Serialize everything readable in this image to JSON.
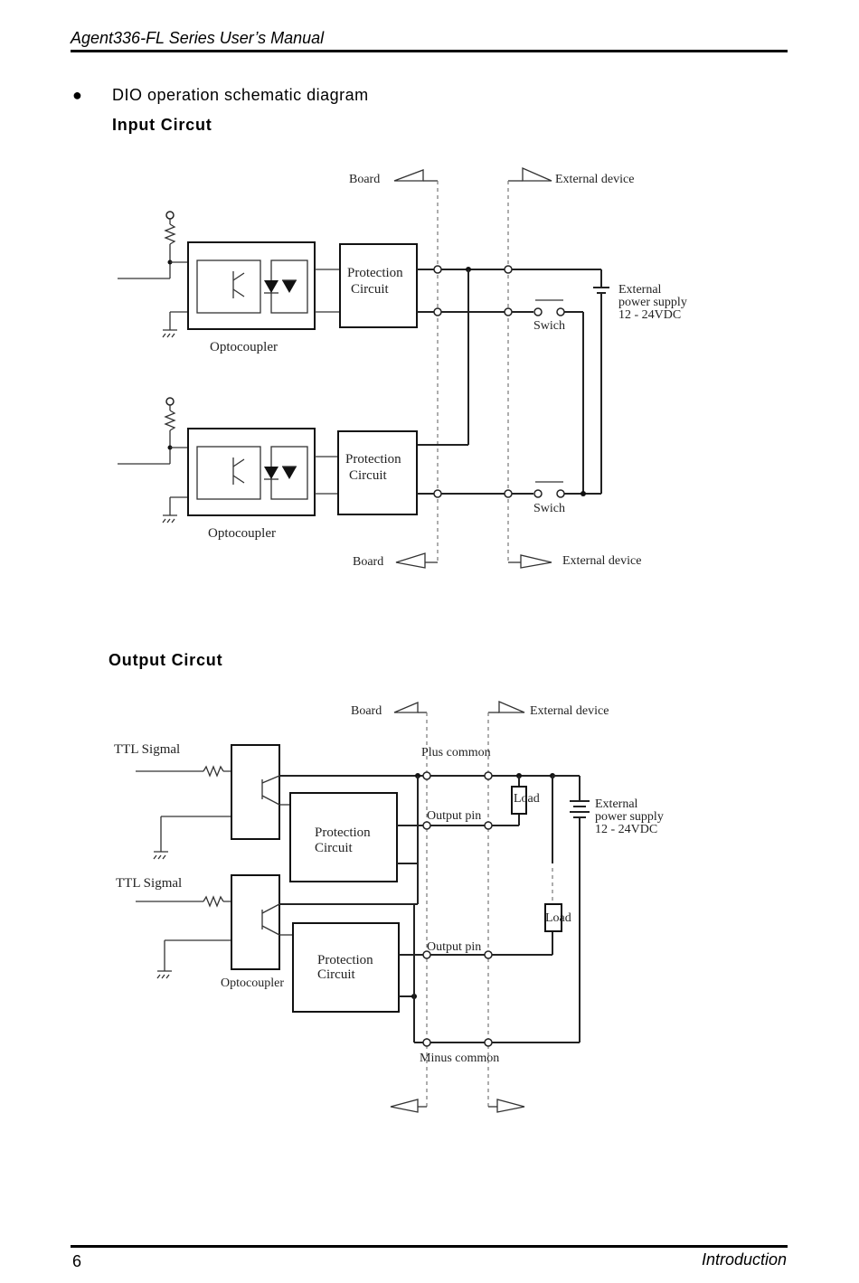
{
  "header": {
    "title": "Agent336-FL Series User’s Manual"
  },
  "bullet": {
    "symbol": "●",
    "text": "DIO operation schematic diagram"
  },
  "input_section": {
    "heading": "Input Circut",
    "board_label": "Board",
    "external_device_label": "External device",
    "protection_line1": "Protection",
    "protection_line2": "Circuit",
    "optocoupler_label": "Optocoupler",
    "switch_label": "Swich",
    "power_line1": "External",
    "power_line2": "power supply",
    "power_line3": "12 - 24VDC"
  },
  "output_section": {
    "heading": "Output Circut",
    "board_label": "Board",
    "external_device_label": "External device",
    "ttl_label": "TTL Sigmal",
    "plus_common": "Plus common",
    "output_pin": "Output pin",
    "minus_common": "Minus common",
    "load_label": "Load",
    "protection_line1": "Protection",
    "protection_line2": "Circuit",
    "optocoupler_label": "Optocoupler",
    "power_line1": "External",
    "power_line2": "power supply",
    "power_line3": "12 - 24VDC"
  },
  "footer": {
    "page_number": "6",
    "section": "Introduction"
  }
}
